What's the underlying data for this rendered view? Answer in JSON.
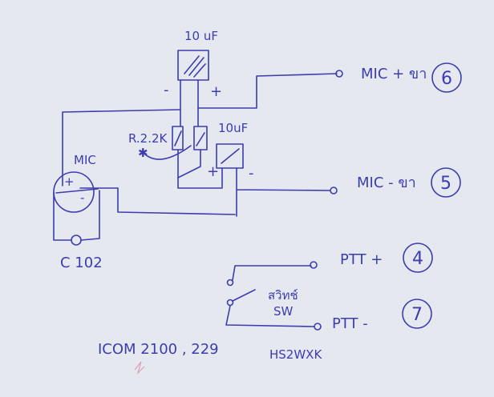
{
  "colors": {
    "paper": "#e6e8ef",
    "ink": "#3b3db0"
  },
  "components": {
    "cap_top": {
      "label": "10 uF",
      "minus": "-",
      "plus": "+"
    },
    "cap_bottom": {
      "label": "10uF",
      "minus": "-",
      "plus": "+"
    },
    "resistor": {
      "label": "R.2.2K"
    },
    "mic": {
      "label": "MIC",
      "plus": "+",
      "minus": "-"
    },
    "cap_mic": {
      "label": "C 102"
    },
    "switch": {
      "label_thai": "สวิทช์",
      "label": "SW"
    }
  },
  "terminals": [
    {
      "label": "MIC + ขา",
      "pin": "6"
    },
    {
      "label": "MIC - ขา",
      "pin": "5"
    },
    {
      "label": "PTT +",
      "pin": "4"
    },
    {
      "label": "PTT -",
      "pin": "7"
    }
  ],
  "notes": {
    "radio": "ICOM 2100 , 229",
    "callsign": "HS2WXK"
  }
}
